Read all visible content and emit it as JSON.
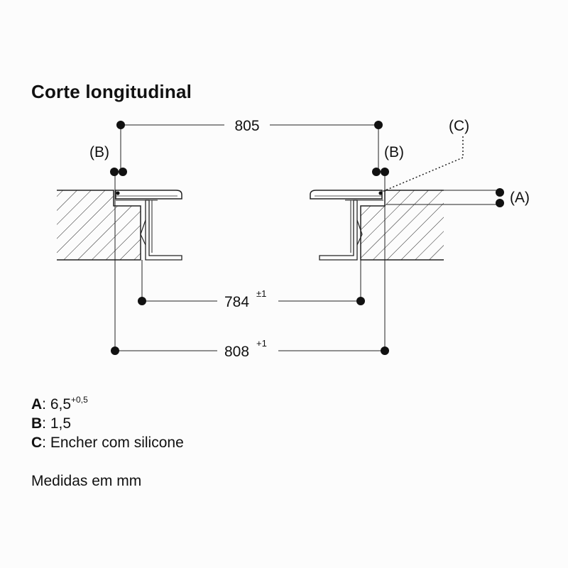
{
  "title": "Corte longitudinal",
  "dimensions": {
    "overall_top": "805",
    "inner_width": "784",
    "inner_width_tolerance": "±1",
    "cutout_width": "808",
    "cutout_width_tolerance": "+1"
  },
  "callouts": {
    "b_left": "(B)",
    "b_right": "(B)",
    "c": "(C)",
    "a": "(A)"
  },
  "legend": [
    {
      "key": "A",
      "sep": ": ",
      "value": "6,5",
      "sup": "+0,5"
    },
    {
      "key": "B",
      "sep": ": ",
      "value": "1,5",
      "sup": ""
    },
    {
      "key": "C",
      "sep": ": ",
      "value": "Encher com silicone",
      "sup": ""
    }
  ],
  "units_note": "Medidas em mm"
}
